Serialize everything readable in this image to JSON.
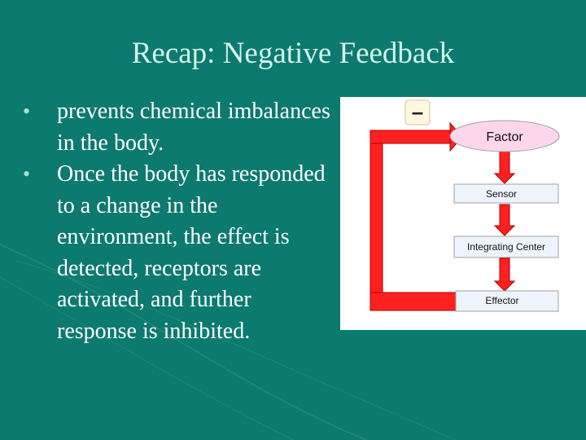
{
  "slide": {
    "title": "Recap: Negative Feedback",
    "bullets": [
      "prevents chemical imbalances in the body.",
      "Once the body has responded to a change in the environment, the effect is detected, receptors are activated, and further response is inhibited."
    ]
  },
  "diagram": {
    "sign": "–",
    "nodes": [
      "Factor",
      "Sensor",
      "Integrating Center",
      "Effector"
    ]
  },
  "colors": {
    "background": "#0c7a6e",
    "title": "#d4f4ea",
    "arrow": "#ff2020",
    "factor_fill": "#fcd6ea",
    "box_fill": "#eef4fd"
  }
}
